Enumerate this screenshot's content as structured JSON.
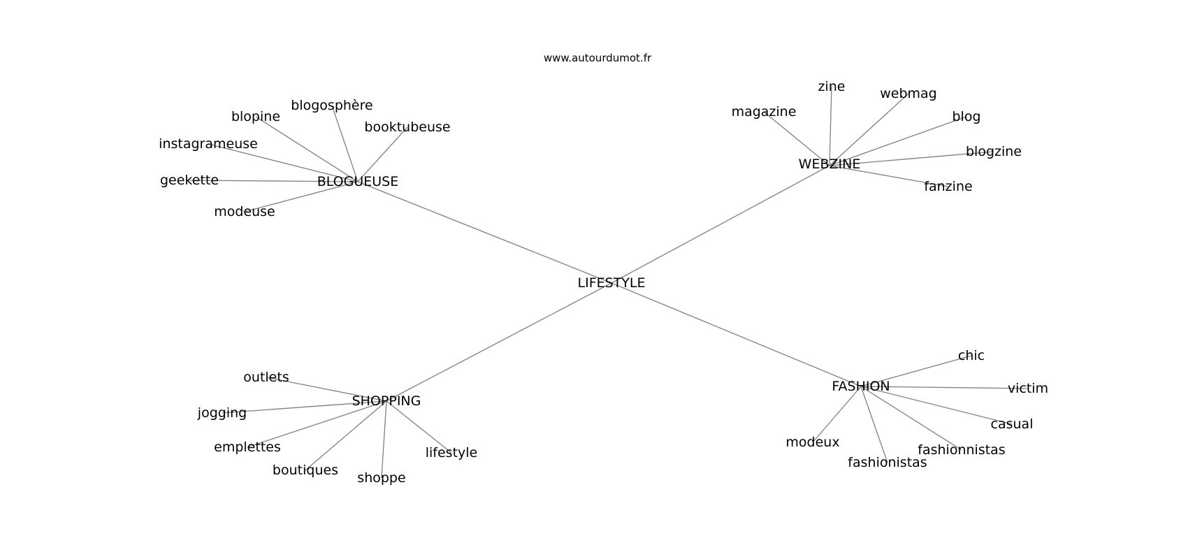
{
  "title": "www.autourdumot.fr",
  "root": "LIFESTYLE",
  "edge_color": "#808080",
  "groups": [
    {
      "hub": "BLOGUEUSE",
      "words": [
        "blopine",
        "blogosphère",
        "booktubeuse",
        "instagrameuse",
        "geekette",
        "modeuse"
      ]
    },
    {
      "hub": "WEBZINE",
      "words": [
        "magazine",
        "zine",
        "webmag",
        "blog",
        "blogzine",
        "fanzine"
      ]
    },
    {
      "hub": "SHOPPING",
      "words": [
        "outlets",
        "jogging",
        "emplettes",
        "boutiques",
        "shoppe",
        "lifestyle"
      ]
    },
    {
      "hub": "FASHION",
      "words": [
        "chic",
        "victim",
        "casual",
        "fashionnistas",
        "fashionistas",
        "modeux"
      ]
    }
  ]
}
